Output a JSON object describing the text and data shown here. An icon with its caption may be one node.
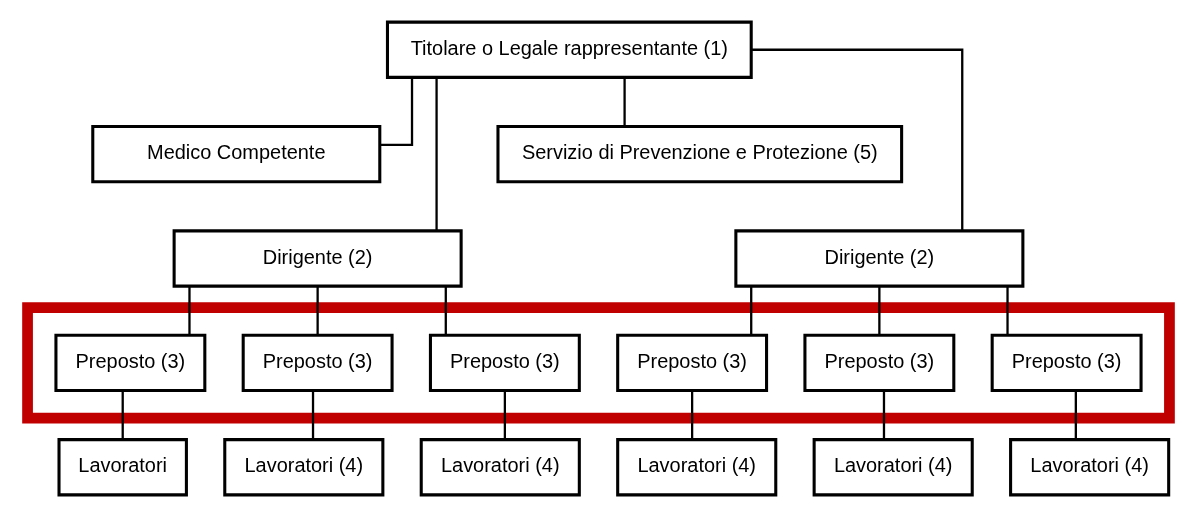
{
  "diagram": {
    "nodes": [
      {
        "text": [
          "Titolare o Legale rappresentante (1)"
        ]
      },
      {
        "text": [
          "Medico Competente"
        ]
      },
      {
        "text": [
          "Servizio di Prevenzione e Protezione (5)"
        ]
      },
      {
        "text": [
          "Dirigente (2)"
        ]
      },
      {
        "text": [
          "Dirigente (2)"
        ]
      },
      {
        "text": [],
        "shape": "box"
      },
      {
        "text": [
          "Preposto (3)"
        ],
        "in": 5
      },
      {
        "text": [
          "Preposto (3)"
        ],
        "in": 5
      },
      {
        "text": [
          "Preposto (3)"
        ],
        "in": 5
      },
      {
        "text": [
          "Preposto (3)"
        ],
        "in": 5
      },
      {
        "text": [
          "Preposto (3)"
        ],
        "in": 5
      },
      {
        "text": [
          "Preposto (3)"
        ],
        "in": 5
      },
      {
        "text": [
          "Lavoratori"
        ]
      },
      {
        "text": [
          "Lavoratori (4)"
        ]
      },
      {
        "text": [
          "Lavoratori (4)"
        ]
      },
      {
        "text": [
          "Lavoratori (4)"
        ]
      },
      {
        "text": [
          "Lavoratori (4)"
        ]
      },
      {
        "text": [
          "Lavoratori (4)"
        ]
      }
    ],
    "edges": [
      {
        "from": 0,
        "to": 1,
        "arrow": "none"
      },
      {
        "from": 0,
        "to": 2,
        "arrow": "none"
      },
      {
        "from": 0,
        "to": 3,
        "arrow": "none"
      },
      {
        "from": 0,
        "to": 4,
        "arrow": "none"
      },
      {
        "from": 3,
        "to": 6,
        "arrow": "none"
      },
      {
        "from": 3,
        "to": 7,
        "arrow": "none"
      },
      {
        "from": 3,
        "to": 8,
        "arrow": "none"
      },
      {
        "from": 4,
        "to": 9,
        "arrow": "none"
      },
      {
        "from": 4,
        "to": 10,
        "arrow": "none"
      },
      {
        "from": 4,
        "to": 11,
        "arrow": "none"
      },
      {
        "from": 6,
        "to": 12,
        "arrow": "none"
      },
      {
        "from": 7,
        "to": 13,
        "arrow": "none"
      },
      {
        "from": 8,
        "to": 14,
        "arrow": "none"
      },
      {
        "from": 9,
        "to": 15,
        "arrow": "none"
      },
      {
        "from": 10,
        "to": 16,
        "arrow": "none"
      },
      {
        "from": 11,
        "to": 17,
        "arrow": "none"
      }
    ]
  }
}
